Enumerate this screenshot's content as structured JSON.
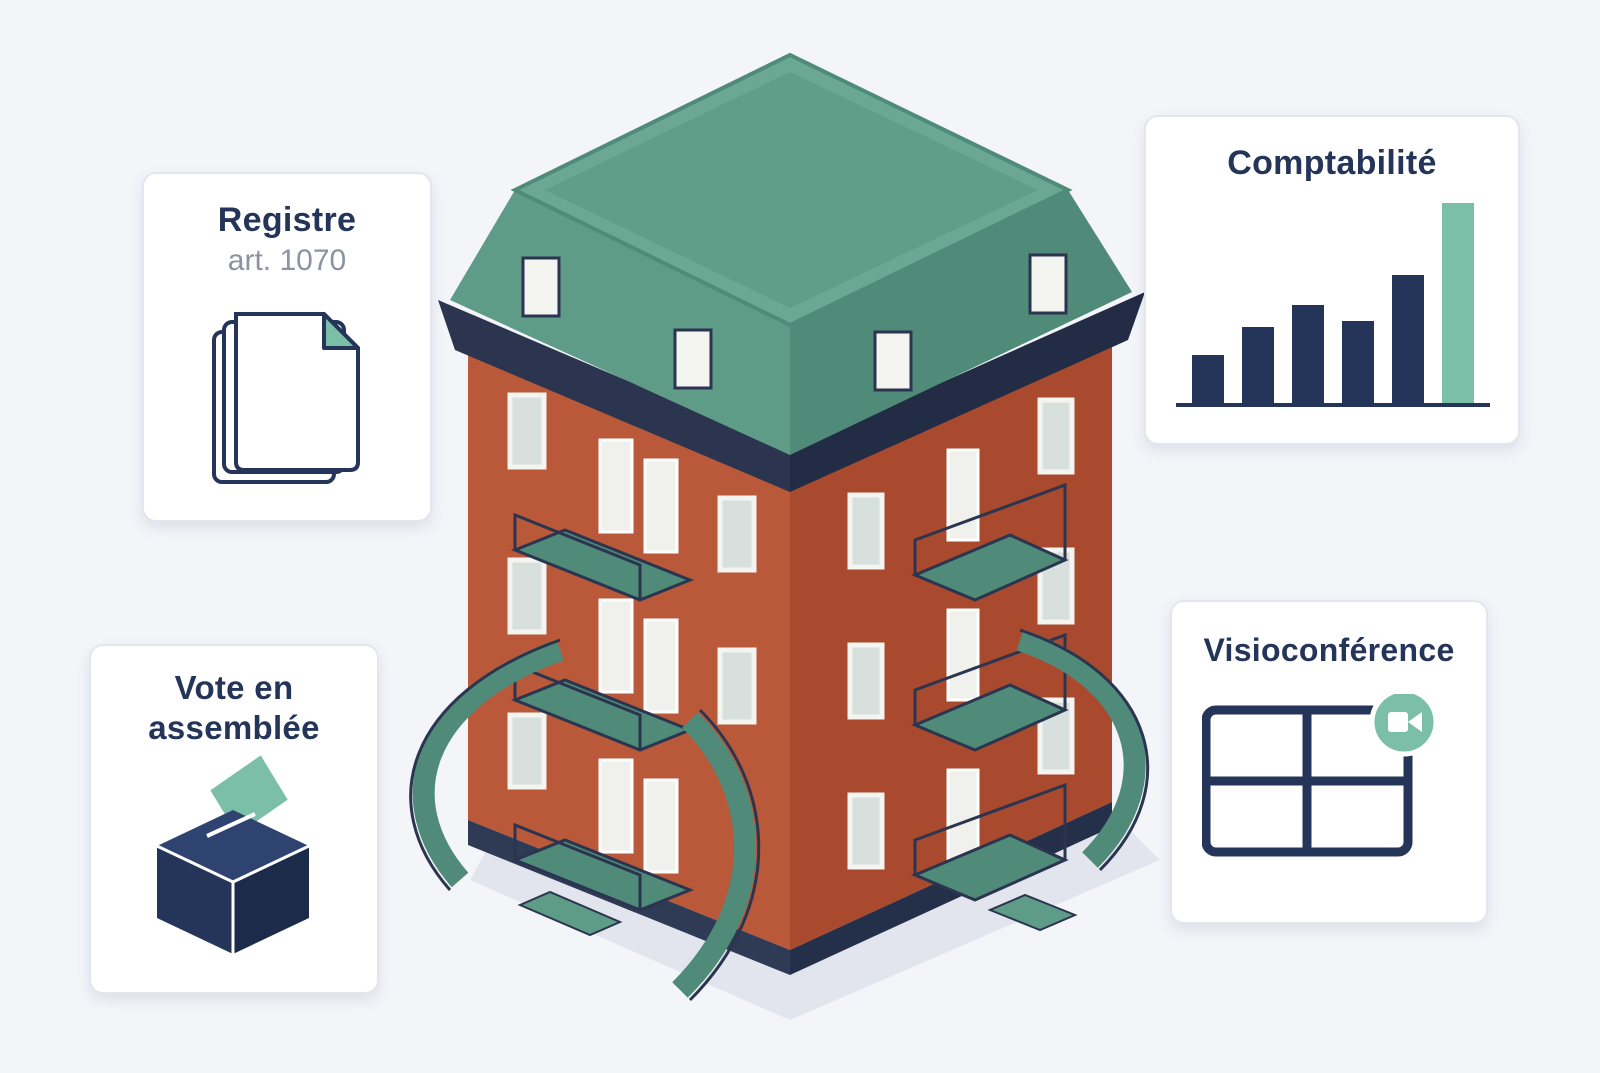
{
  "cards": {
    "registre": {
      "title": "Registre",
      "subtitle": "art. 1070",
      "icon": "document-stack-icon"
    },
    "comptabilite": {
      "title": "Comptabilité",
      "icon": "bar-chart-icon",
      "bars": [
        0.24,
        0.38,
        0.49,
        0.41,
        0.64,
        1.0
      ],
      "bar_color": "#243559",
      "highlight_color": "#7bbfa8"
    },
    "vote": {
      "title_line1": "Vote en",
      "title_line2": "assemblée",
      "icon": "ballot-box-icon"
    },
    "visio": {
      "title": "Visioconférence",
      "icon": "video-grid-icon"
    }
  },
  "colors": {
    "navy": "#243559",
    "mint": "#7bbfa8",
    "brick": "#b9593a",
    "roof": "#5e9c88"
  }
}
